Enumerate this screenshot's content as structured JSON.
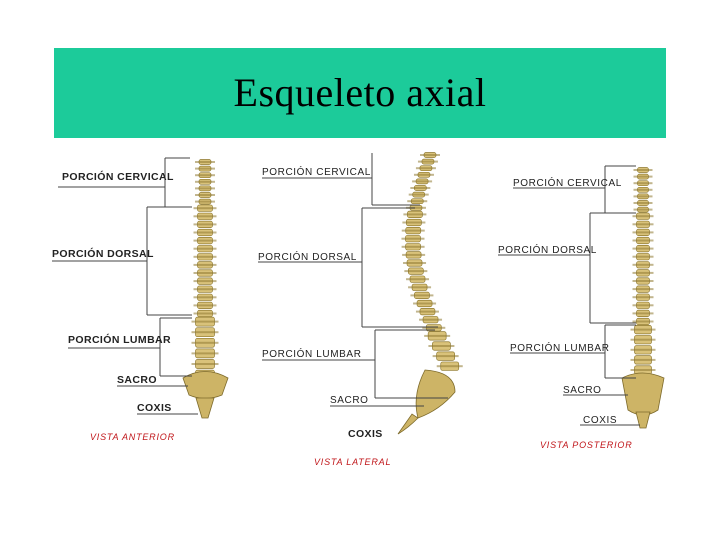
{
  "title": "Esqueleto axial",
  "colors": {
    "title_bg": "#1ccb9a",
    "bone": "#d9c27a",
    "bone_dark": "#8f7a32",
    "view_label": "#c0161a"
  },
  "views": {
    "anterior": {
      "cervical": "PORCIÓN CERVICAL",
      "dorsal": "PORCIÓN DORSAL",
      "lumbar": "PORCIÓN LUMBAR",
      "sacro": "SACRO",
      "coxis": "COXIS",
      "caption": "VISTA ANTERIOR"
    },
    "lateral": {
      "cervical": "PORCIÓN CERVICAL",
      "dorsal": "PORCIÓN DORSAL",
      "lumbar": "PORCIÓN LUMBAR",
      "sacro": "SACRO",
      "coxis": "COXIS",
      "caption": "VISTA LATERAL"
    },
    "posterior": {
      "cervical": "PORCIÓN CERVICAL",
      "dorsal": "PORCIÓN DORSAL",
      "lumbar": "PORCIÓN LUMBAR",
      "sacro": "SACRO",
      "coxis": "COXIS",
      "caption": "VISTA POSTERIOR"
    }
  }
}
